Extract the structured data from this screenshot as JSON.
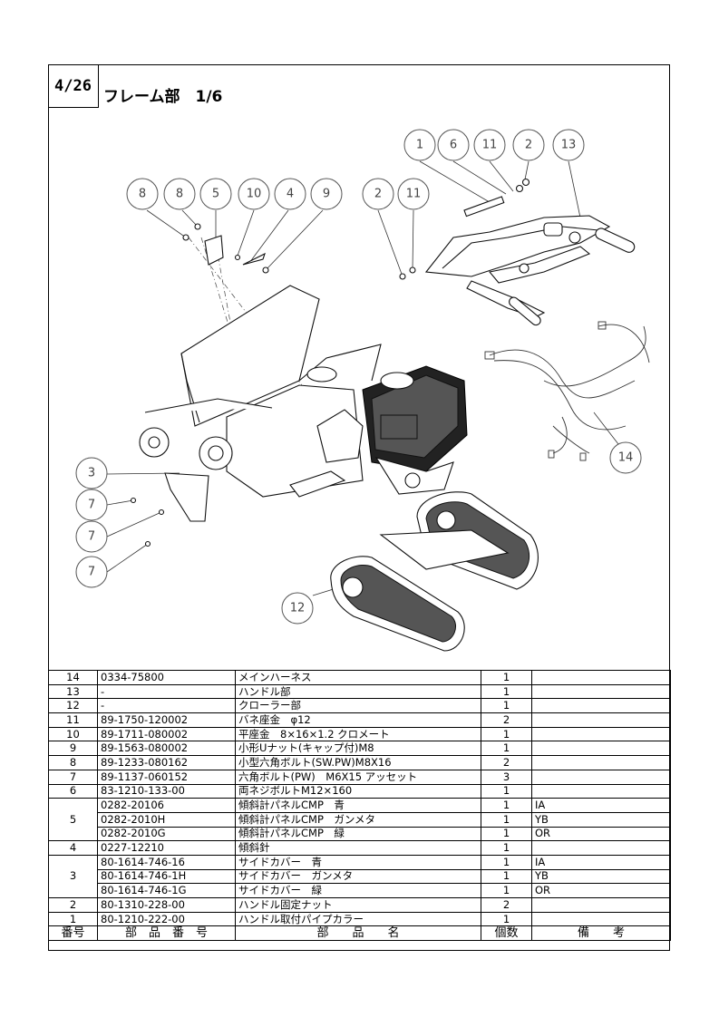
{
  "page": {
    "number": "4/26",
    "title": "フレーム部　1/6"
  },
  "balloons": {
    "b1": "1",
    "b6": "6",
    "b11a": "11",
    "b2a": "2",
    "b13": "13",
    "b8a": "8",
    "b8b": "8",
    "b5": "5",
    "b10": "10",
    "b4": "4",
    "b9": "9",
    "b2b": "2",
    "b11b": "11",
    "b3": "3",
    "b7a": "7",
    "b7b": "7",
    "b7c": "7",
    "b12": "12",
    "b14": "14"
  },
  "table": {
    "header": {
      "no": "番号",
      "part_no": "部　品　番　号",
      "name": "部　　品　　名",
      "qty": "個数",
      "note": "備　　考"
    },
    "rows": [
      {
        "no": "14",
        "part_no": "0334-75800",
        "name": "メインハーネス",
        "qty": "1",
        "note": ""
      },
      {
        "no": "13",
        "part_no": "-",
        "name": "ハンドル部",
        "qty": "1",
        "note": ""
      },
      {
        "no": "12",
        "part_no": "-",
        "name": "クローラー部",
        "qty": "1",
        "note": ""
      },
      {
        "no": "11",
        "part_no": "89-1750-120002",
        "name": "バネ座金　φ12",
        "qty": "2",
        "note": ""
      },
      {
        "no": "10",
        "part_no": "89-1711-080002",
        "name": "平座金　8×16×1.2 クロメート",
        "qty": "1",
        "note": ""
      },
      {
        "no": "9",
        "part_no": "89-1563-080002",
        "name": "小形Uナット(キャップ付)M8",
        "qty": "1",
        "note": ""
      },
      {
        "no": "8",
        "part_no": "89-1233-080162",
        "name": "小型六角ボルト(SW.PW)M8X16",
        "qty": "2",
        "note": ""
      },
      {
        "no": "7",
        "part_no": "89-1137-060152",
        "name": "六角ボルト(PW)　M6X15 アッセット",
        "qty": "3",
        "note": ""
      },
      {
        "no": "6",
        "part_no": "83-1210-133-00",
        "name": "両ネジボルトM12×160",
        "qty": "1",
        "note": ""
      }
    ],
    "group5": {
      "no": "5",
      "rows": [
        {
          "part_no": "0282-20106",
          "name": "傾斜計パネルCMP　青",
          "qty": "1",
          "note": "IA"
        },
        {
          "part_no": "0282-2010H",
          "name": "傾斜計パネルCMP　ガンメタ",
          "qty": "1",
          "note": "YB"
        },
        {
          "part_no": "0282-2010G",
          "name": "傾斜計パネルCMP　緑",
          "qty": "1",
          "note": "OR"
        }
      ]
    },
    "row4": {
      "no": "4",
      "part_no": "0227-12210",
      "name": "傾斜針",
      "qty": "1",
      "note": ""
    },
    "group3": {
      "no": "3",
      "rows": [
        {
          "part_no": "80-1614-746-16",
          "name": "サイドカバー　青",
          "qty": "1",
          "note": "IA"
        },
        {
          "part_no": "80-1614-746-1H",
          "name": "サイドカバー　ガンメタ",
          "qty": "1",
          "note": "YB"
        },
        {
          "part_no": "80-1614-746-1G",
          "name": "サイドカバー　緑",
          "qty": "1",
          "note": "OR"
        }
      ]
    },
    "tail": [
      {
        "no": "2",
        "part_no": "80-1310-228-00",
        "name": "ハンドル固定ナット",
        "qty": "2",
        "note": ""
      },
      {
        "no": "1",
        "part_no": "80-1210-222-00",
        "name": "ハンドル取付パイプカラー",
        "qty": "1",
        "note": ""
      }
    ]
  }
}
